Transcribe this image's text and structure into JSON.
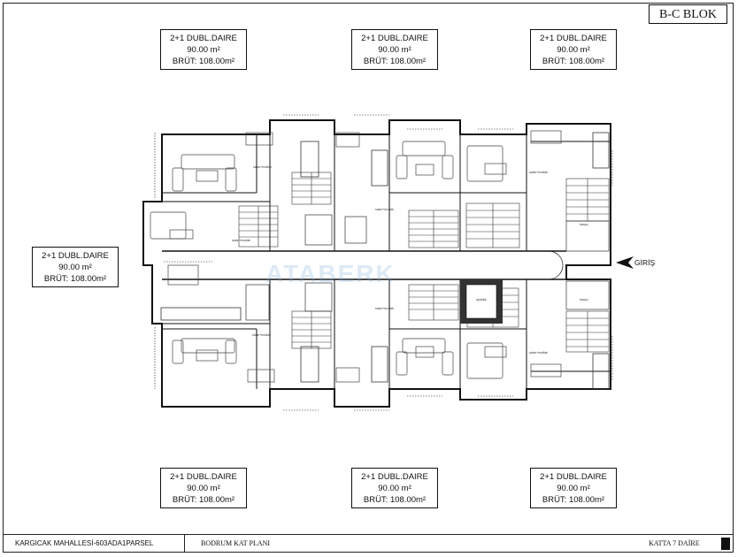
{
  "block_title": "B-C BLOK",
  "units": [
    {
      "line1": "2+1 DUBL.DAIRE",
      "line2": "90.00 m²",
      "line3": "BRÜT: 108.00m²"
    },
    {
      "line1": "2+1 DUBL.DAIRE",
      "line2": "90.00 m²",
      "line3": "BRÜT: 108.00m²"
    },
    {
      "line1": "2+1 DUBL.DAIRE",
      "line2": "90.00 m²",
      "line3": "BRÜT: 108.00m²"
    },
    {
      "line1": "2+1 DUBL.DAIRE",
      "line2": "90.00 m²",
      "line3": "BRÜT: 108.00m²"
    },
    {
      "line1": "2+1 DUBL.DAIRE",
      "line2": "90.00 m²",
      "line3": "BRÜT: 108.00m²"
    },
    {
      "line1": "2+1 DUBL.DAIRE",
      "line2": "90.00 m²",
      "line3": "BRÜT: 108.00m²"
    },
    {
      "line1": "2+1 DUBL.DAIRE",
      "line2": "90.00 m²",
      "line3": "BRÜT: 108.00m²"
    }
  ],
  "entrance_label": "GİRİŞ",
  "watermark": "ATABERK",
  "room_labels": {
    "salon": "salon+mutfak",
    "banyo": "banyo",
    "shaft": "aydınlık"
  },
  "title_block": {
    "location": "KARGICAK MAHALLESİ-603ADA1PARSEL",
    "plan_name": "BODRUM KAT PLANI",
    "floor_info": "KATTA 7 DAİRE"
  }
}
